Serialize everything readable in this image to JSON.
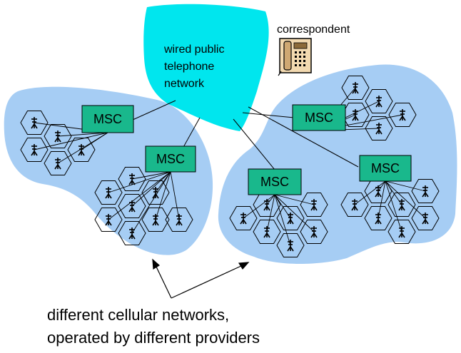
{
  "network": {
    "pstn_lines": [
      "wired public",
      "telephone",
      "network"
    ],
    "correspondent_label": "correspondent"
  },
  "msc_label": "MSC",
  "caption_lines": [
    "different cellular networks,",
    "operated by different providers"
  ],
  "colors": {
    "cellular_region": "#a6cdf4",
    "pstn_cloud": "#00e6ee",
    "msc_box": "#19b88c",
    "phone_body": "#f2d9b0"
  },
  "icons": [
    "telephone-icon",
    "cell-tower-icon"
  ]
}
